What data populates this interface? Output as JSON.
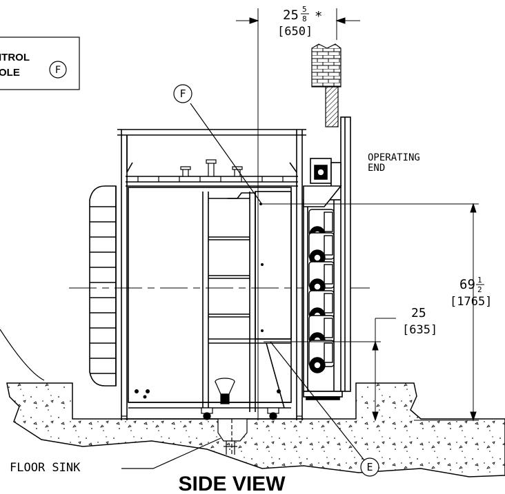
{
  "drawing": {
    "view_title": "SIDE VIEW",
    "callout_box": {
      "line1": "ITROL",
      "line2": "OLE",
      "tag": "F"
    },
    "operating_end": {
      "line1": "OPERATING",
      "line2": "END"
    },
    "floor_sink_label": "FLOOR SINK",
    "callouts": {
      "upper": "F",
      "lower": "E"
    },
    "dimensions": {
      "top_width": {
        "whole": "25",
        "frac_num": "5",
        "frac_den": "8",
        "mark": "*",
        "metric": "[650]"
      },
      "overall_height": {
        "whole": "69",
        "frac_num": "1",
        "frac_den": "2",
        "metric": "[1765]"
      },
      "drain_height": {
        "value": "25",
        "metric": "[635]"
      }
    }
  }
}
